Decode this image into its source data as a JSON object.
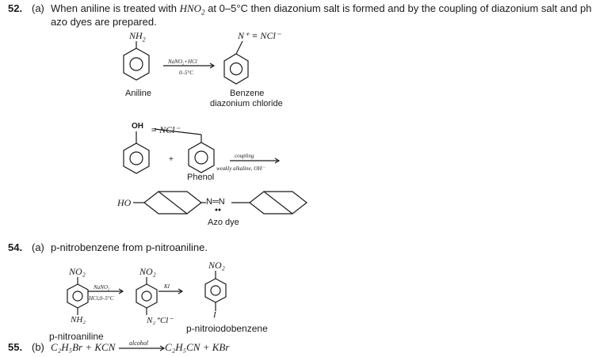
{
  "q52": {
    "number": "52.",
    "part": "(a)",
    "text_line1": "When aniline is treated with",
    "reagent": "HNO",
    "reagent_sub": "2",
    "text_line1b": "at 0–5°C then diazonium salt is formed and by the coupling of diazonium salt and phenol",
    "text_line2": "azo dyes are prepared.",
    "amine_group": "NH",
    "amine_sub": "2",
    "diazo_group": "N⁺ ≡ NCl⁻",
    "arrow1_top": "NaNO₂+HCl",
    "arrow1_bottom": "0–5°C",
    "aniline_label": "Aniline",
    "product_label_1": "Benzene",
    "product_label_2": "diazonium chloride",
    "oh_group": "OH",
    "diazo_group_2": "≡ NCl⁻",
    "plus": "+",
    "arrow2_top": "coupling",
    "arrow2_bottom": "weakly alkaline, OH⁻",
    "phenol_label": "Phenol",
    "ho_group": "HO",
    "azo_link": "N═N",
    "azo_label": "Azo dye"
  },
  "q54": {
    "number": "54.",
    "part": "(a)",
    "text": "p-nitrobenzene from p-nitroaniline.",
    "no2_1": "NO₂",
    "no2_2": "NO₂",
    "no2_3": "NO₂",
    "arrow1_top": "NaNO₂",
    "arrow1_bottom": "HCl,0–5°C",
    "arrow2_top": "KI",
    "nh2": "NH₂",
    "n2cl": "N₂⁺Cl⁻",
    "iodo": "I",
    "start_label": "p-nitroaniline",
    "end_label": "p-nitroiodobenzene"
  },
  "q55": {
    "number": "55.",
    "part": "(b)",
    "reactant": "C₂H₅Br + KCN",
    "arrow_label": "alcohol",
    "product": "C₂H₅CN + KBr"
  }
}
